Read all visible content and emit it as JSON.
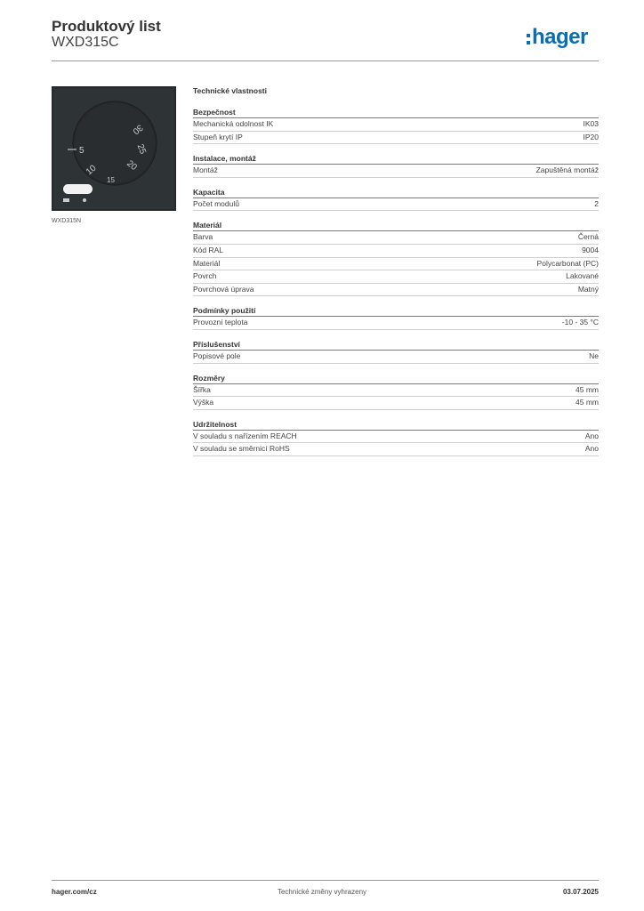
{
  "header": {
    "title": "Produktový list",
    "code": "WXD315C",
    "logo_text": "hager",
    "logo_color": "#0b6db3"
  },
  "product_image": {
    "caption": "WXD315N",
    "dial_labels": [
      "5",
      "10",
      "15",
      "20",
      "25",
      "30"
    ]
  },
  "specs": {
    "title": "Technické vlastnosti",
    "sections": [
      {
        "title": "Bezpečnost",
        "rows": [
          {
            "label": "Mechanická odolnost IK",
            "value": "IK03"
          },
          {
            "label": "Stupeň krytí IP",
            "value": "IP20"
          }
        ]
      },
      {
        "title": "Instalace, montáž",
        "rows": [
          {
            "label": "Montáž",
            "value": "Zapuštěná montáž"
          }
        ]
      },
      {
        "title": "Kapacita",
        "rows": [
          {
            "label": "Počet modulů",
            "value": "2"
          }
        ]
      },
      {
        "title": "Materiál",
        "rows": [
          {
            "label": "Barva",
            "value": "Černá"
          },
          {
            "label": "Kód RAL",
            "value": "9004"
          },
          {
            "label": "Materiál",
            "value": "Polycarbonat (PC)"
          },
          {
            "label": "Povrch",
            "value": "Lakované"
          },
          {
            "label": "Povrchová úprava",
            "value": "Matný"
          }
        ]
      },
      {
        "title": "Podmínky použití",
        "rows": [
          {
            "label": "Provozní teplota",
            "value": "-10 - 35 °C"
          }
        ]
      },
      {
        "title": "Příslušenství",
        "rows": [
          {
            "label": "Popisové pole",
            "value": "Ne"
          }
        ]
      },
      {
        "title": "Rozměry",
        "rows": [
          {
            "label": "Šířka",
            "value": "45 mm"
          },
          {
            "label": "Výška",
            "value": "45 mm"
          }
        ]
      },
      {
        "title": "Udržitelnost",
        "rows": [
          {
            "label": "V souladu s nařízením REACH",
            "value": "Ano"
          },
          {
            "label": "V souladu se směrnicí RoHS",
            "value": "Ano"
          }
        ]
      }
    ]
  },
  "footer": {
    "website": "hager.com/cz",
    "note": "Technické změny vyhrazeny",
    "date": "03.07.2025"
  }
}
